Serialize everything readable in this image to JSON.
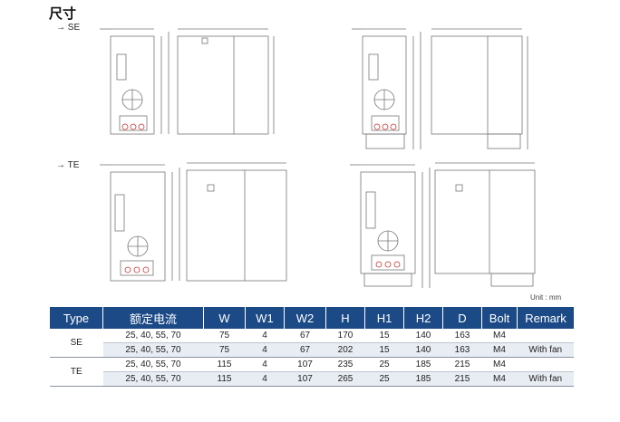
{
  "page": {
    "title": "尺寸",
    "se_label": "→ SE",
    "te_label": "→ TE",
    "unit_note": "Unit : mm"
  },
  "table": {
    "headers": [
      "Type",
      "额定电流",
      "W",
      "W1",
      "W2",
      "H",
      "H1",
      "H2",
      "D",
      "Bolt",
      "Remark"
    ],
    "groups": [
      {
        "type": "SE",
        "rows": [
          [
            "25, 40, 55, 70",
            "75",
            "4",
            "67",
            "170",
            "15",
            "140",
            "163",
            "M4",
            ""
          ],
          [
            "25, 40, 55, 70",
            "75",
            "4",
            "67",
            "202",
            "15",
            "140",
            "163",
            "M4",
            "With fan"
          ]
        ]
      },
      {
        "type": "TE",
        "rows": [
          [
            "25, 40, 55, 70",
            "115",
            "4",
            "107",
            "235",
            "25",
            "185",
            "215",
            "M4",
            ""
          ],
          [
            "25, 40, 55, 70",
            "115",
            "4",
            "107",
            "265",
            "25",
            "185",
            "215",
            "M4",
            "With fan"
          ]
        ]
      }
    ]
  }
}
